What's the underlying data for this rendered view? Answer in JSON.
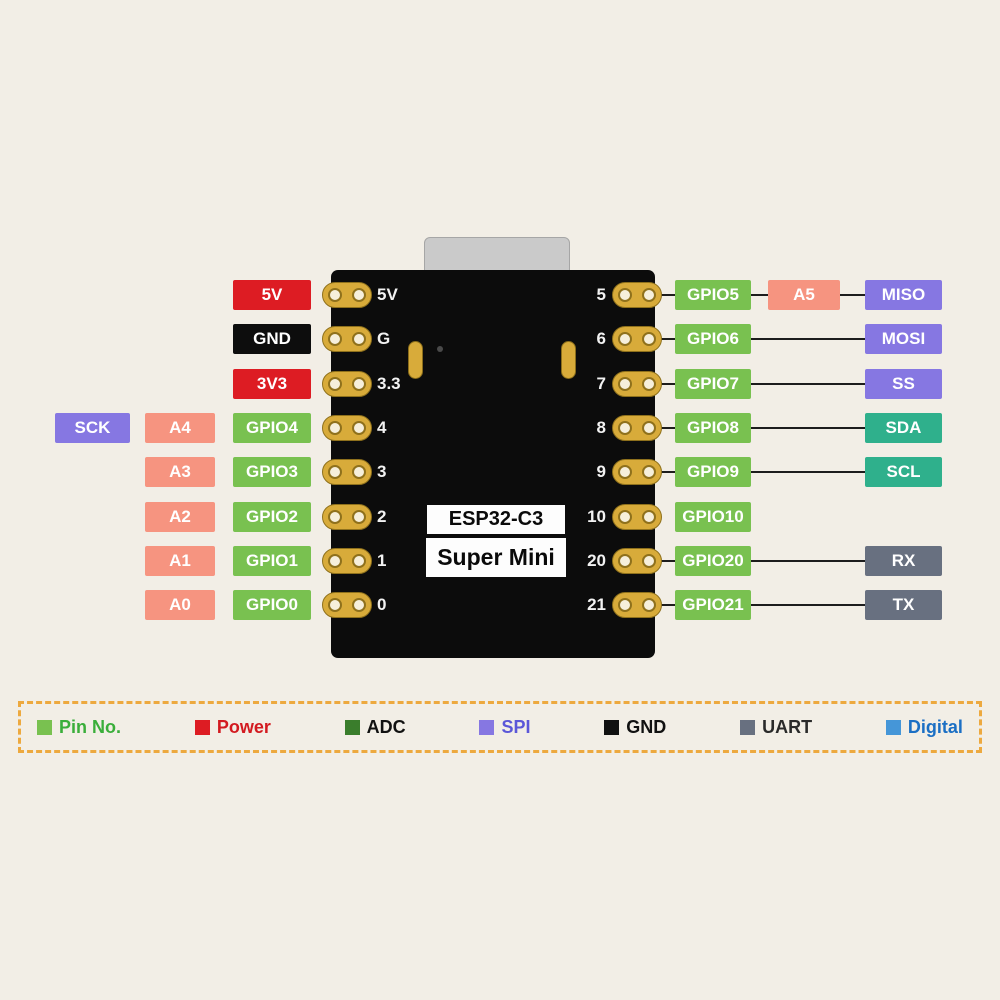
{
  "board": {
    "label_box1": "ESP32-C3",
    "label_box2": "Super Mini"
  },
  "colors": {
    "power": "#dd1c23",
    "gnd": "#0d0d0d",
    "gpio": "#79c150",
    "adc": "#f69480",
    "spi": "#8677e2",
    "i2c": "#2fb08c",
    "uart": "#687080",
    "gold_pad": "#d8ab3a",
    "board_black": "#0c0c0c",
    "legend_border": "#eda93f",
    "background": "#f2eee6"
  },
  "left_rows": [
    {
      "pin": "5V",
      "badges": [
        {
          "label": "5V",
          "type": "power",
          "col": 0
        }
      ]
    },
    {
      "pin": "G",
      "badges": [
        {
          "label": "GND",
          "type": "gnd",
          "col": 0
        }
      ]
    },
    {
      "pin": "3.3",
      "badges": [
        {
          "label": "3V3",
          "type": "power",
          "col": 0
        }
      ]
    },
    {
      "pin": "4",
      "badges": [
        {
          "label": "GPIO4",
          "type": "gpio",
          "col": 0
        },
        {
          "label": "A4",
          "type": "adc",
          "col": 1
        },
        {
          "label": "SCK",
          "type": "spi",
          "col": 2
        }
      ]
    },
    {
      "pin": "3",
      "badges": [
        {
          "label": "GPIO3",
          "type": "gpio",
          "col": 0
        },
        {
          "label": "A3",
          "type": "adc",
          "col": 1
        }
      ]
    },
    {
      "pin": "2",
      "badges": [
        {
          "label": "GPIO2",
          "type": "gpio",
          "col": 0
        },
        {
          "label": "A2",
          "type": "adc",
          "col": 1
        }
      ]
    },
    {
      "pin": "1",
      "badges": [
        {
          "label": "GPIO1",
          "type": "gpio",
          "col": 0
        },
        {
          "label": "A1",
          "type": "adc",
          "col": 1
        }
      ]
    },
    {
      "pin": "0",
      "badges": [
        {
          "label": "GPIO0",
          "type": "gpio",
          "col": 0
        },
        {
          "label": "A0",
          "type": "adc",
          "col": 1
        }
      ]
    }
  ],
  "right_rows": [
    {
      "pin": "5",
      "line": true,
      "badges": [
        {
          "label": "GPIO5",
          "type": "gpio",
          "col": 0
        },
        {
          "label": "A5",
          "type": "adc",
          "col": 1
        },
        {
          "label": "MISO",
          "type": "spi",
          "col": 2
        }
      ]
    },
    {
      "pin": "6",
      "line": true,
      "badges": [
        {
          "label": "GPIO6",
          "type": "gpio",
          "col": 0
        },
        {
          "label": "MOSI",
          "type": "spi",
          "col": 2
        }
      ]
    },
    {
      "pin": "7",
      "line": true,
      "badges": [
        {
          "label": "GPIO7",
          "type": "gpio",
          "col": 0
        },
        {
          "label": "SS",
          "type": "spi",
          "col": 2
        }
      ]
    },
    {
      "pin": "8",
      "line": true,
      "badges": [
        {
          "label": "GPIO8",
          "type": "gpio",
          "col": 0
        },
        {
          "label": "SDA",
          "type": "i2c",
          "col": 2
        }
      ]
    },
    {
      "pin": "9",
      "line": true,
      "badges": [
        {
          "label": "GPIO9",
          "type": "gpio",
          "col": 0
        },
        {
          "label": "SCL",
          "type": "i2c",
          "col": 2
        }
      ]
    },
    {
      "pin": "10",
      "line": false,
      "badges": [
        {
          "label": "GPIO10",
          "type": "gpio",
          "col": 0
        }
      ]
    },
    {
      "pin": "20",
      "line": true,
      "badges": [
        {
          "label": "GPIO20",
          "type": "gpio",
          "col": 0
        },
        {
          "label": "RX",
          "type": "uart",
          "col": 2
        }
      ]
    },
    {
      "pin": "21",
      "line": true,
      "badges": [
        {
          "label": "GPIO21",
          "type": "gpio",
          "col": 0
        },
        {
          "label": "TX",
          "type": "uart",
          "col": 2
        }
      ]
    }
  ],
  "legend": [
    {
      "label": "Pin No.",
      "square": "#79c150",
      "text_color": "#3aae3a"
    },
    {
      "label": "Power",
      "square": "#dd1c23",
      "text_color": "#d31a20"
    },
    {
      "label": "ADC",
      "square": "#3a7d2c",
      "text_color": "#111111"
    },
    {
      "label": "SPI",
      "square": "#8677e2",
      "text_color": "#5b57d8"
    },
    {
      "label": "GND",
      "square": "#111111",
      "text_color": "#111111"
    },
    {
      "label": "UART",
      "square": "#687080",
      "text_color": "#2a2a2a"
    },
    {
      "label": "Digital",
      "square": "#4596d8",
      "text_color": "#1b6fc4"
    }
  ]
}
